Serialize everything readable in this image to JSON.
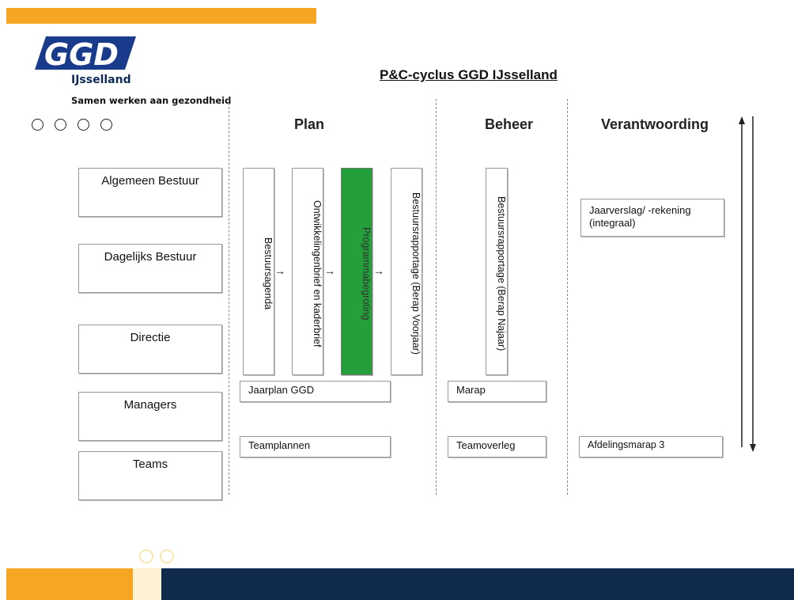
{
  "brand": {
    "name": "IJsselland",
    "tagline": "Samen werken aan gezondheid",
    "logo_color": "#1a3a8c",
    "accent": "#f7a623",
    "dark": "#0f2a4a"
  },
  "title": "P&C-cyclus GGD IJsselland",
  "columns": [
    "Plan",
    "Beheer",
    "Verantwoording"
  ],
  "levels": [
    "Algemeen Bestuur",
    "Dagelijks Bestuur",
    "Directie",
    "Managers",
    "Teams"
  ],
  "plan": {
    "vertical": [
      "Bestuursagenda",
      "Ontwikkelingenbrief en kaderbrief",
      "Programmabegroting",
      "Bestuursrapportage (Berap Voorjaar)"
    ],
    "jaarplan": "Jaarplan GGD",
    "teamplannen": "Teamplannen"
  },
  "beheer": {
    "vertical": "Bestuursrapportage (Berap Najaar)",
    "marap": "Marap",
    "teamoverleg": "Teamoverleg"
  },
  "verantwoording": {
    "jaarverslag": "Jaarverslag/ -rekening (integraal)",
    "afdelingsmarap": "Afdelingsmarap  3"
  },
  "highlight_color": "#23a03a"
}
